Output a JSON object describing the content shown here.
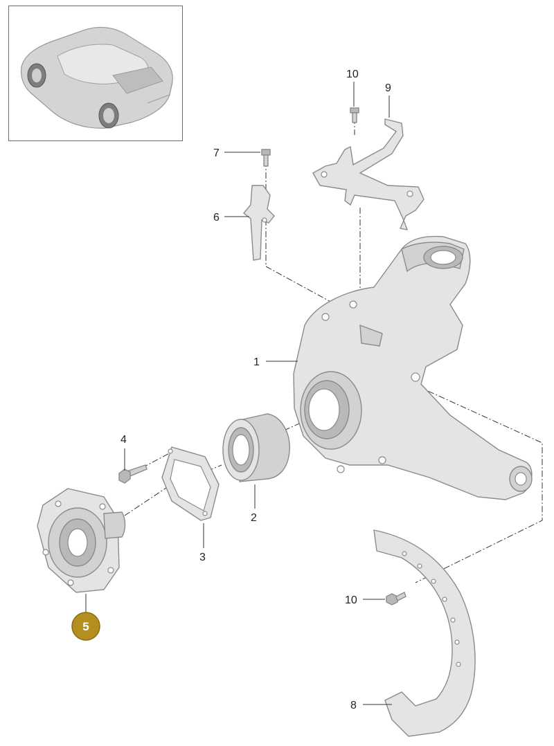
{
  "callouts": [
    {
      "id": "1",
      "label": "1"
    },
    {
      "id": "2",
      "label": "2"
    },
    {
      "id": "3",
      "label": "3"
    },
    {
      "id": "4",
      "label": "4"
    },
    {
      "id": "5",
      "label": "5"
    },
    {
      "id": "6",
      "label": "6"
    },
    {
      "id": "7",
      "label": "7"
    },
    {
      "id": "8",
      "label": "8"
    },
    {
      "id": "9",
      "label": "9"
    },
    {
      "id": "10a",
      "label": "10"
    },
    {
      "id": "10b",
      "label": "10"
    }
  ],
  "highlighted_callout": "5",
  "colors": {
    "highlight_badge": "#b38f1f",
    "part_fill": "#dcdcdc",
    "line": "#333333"
  }
}
